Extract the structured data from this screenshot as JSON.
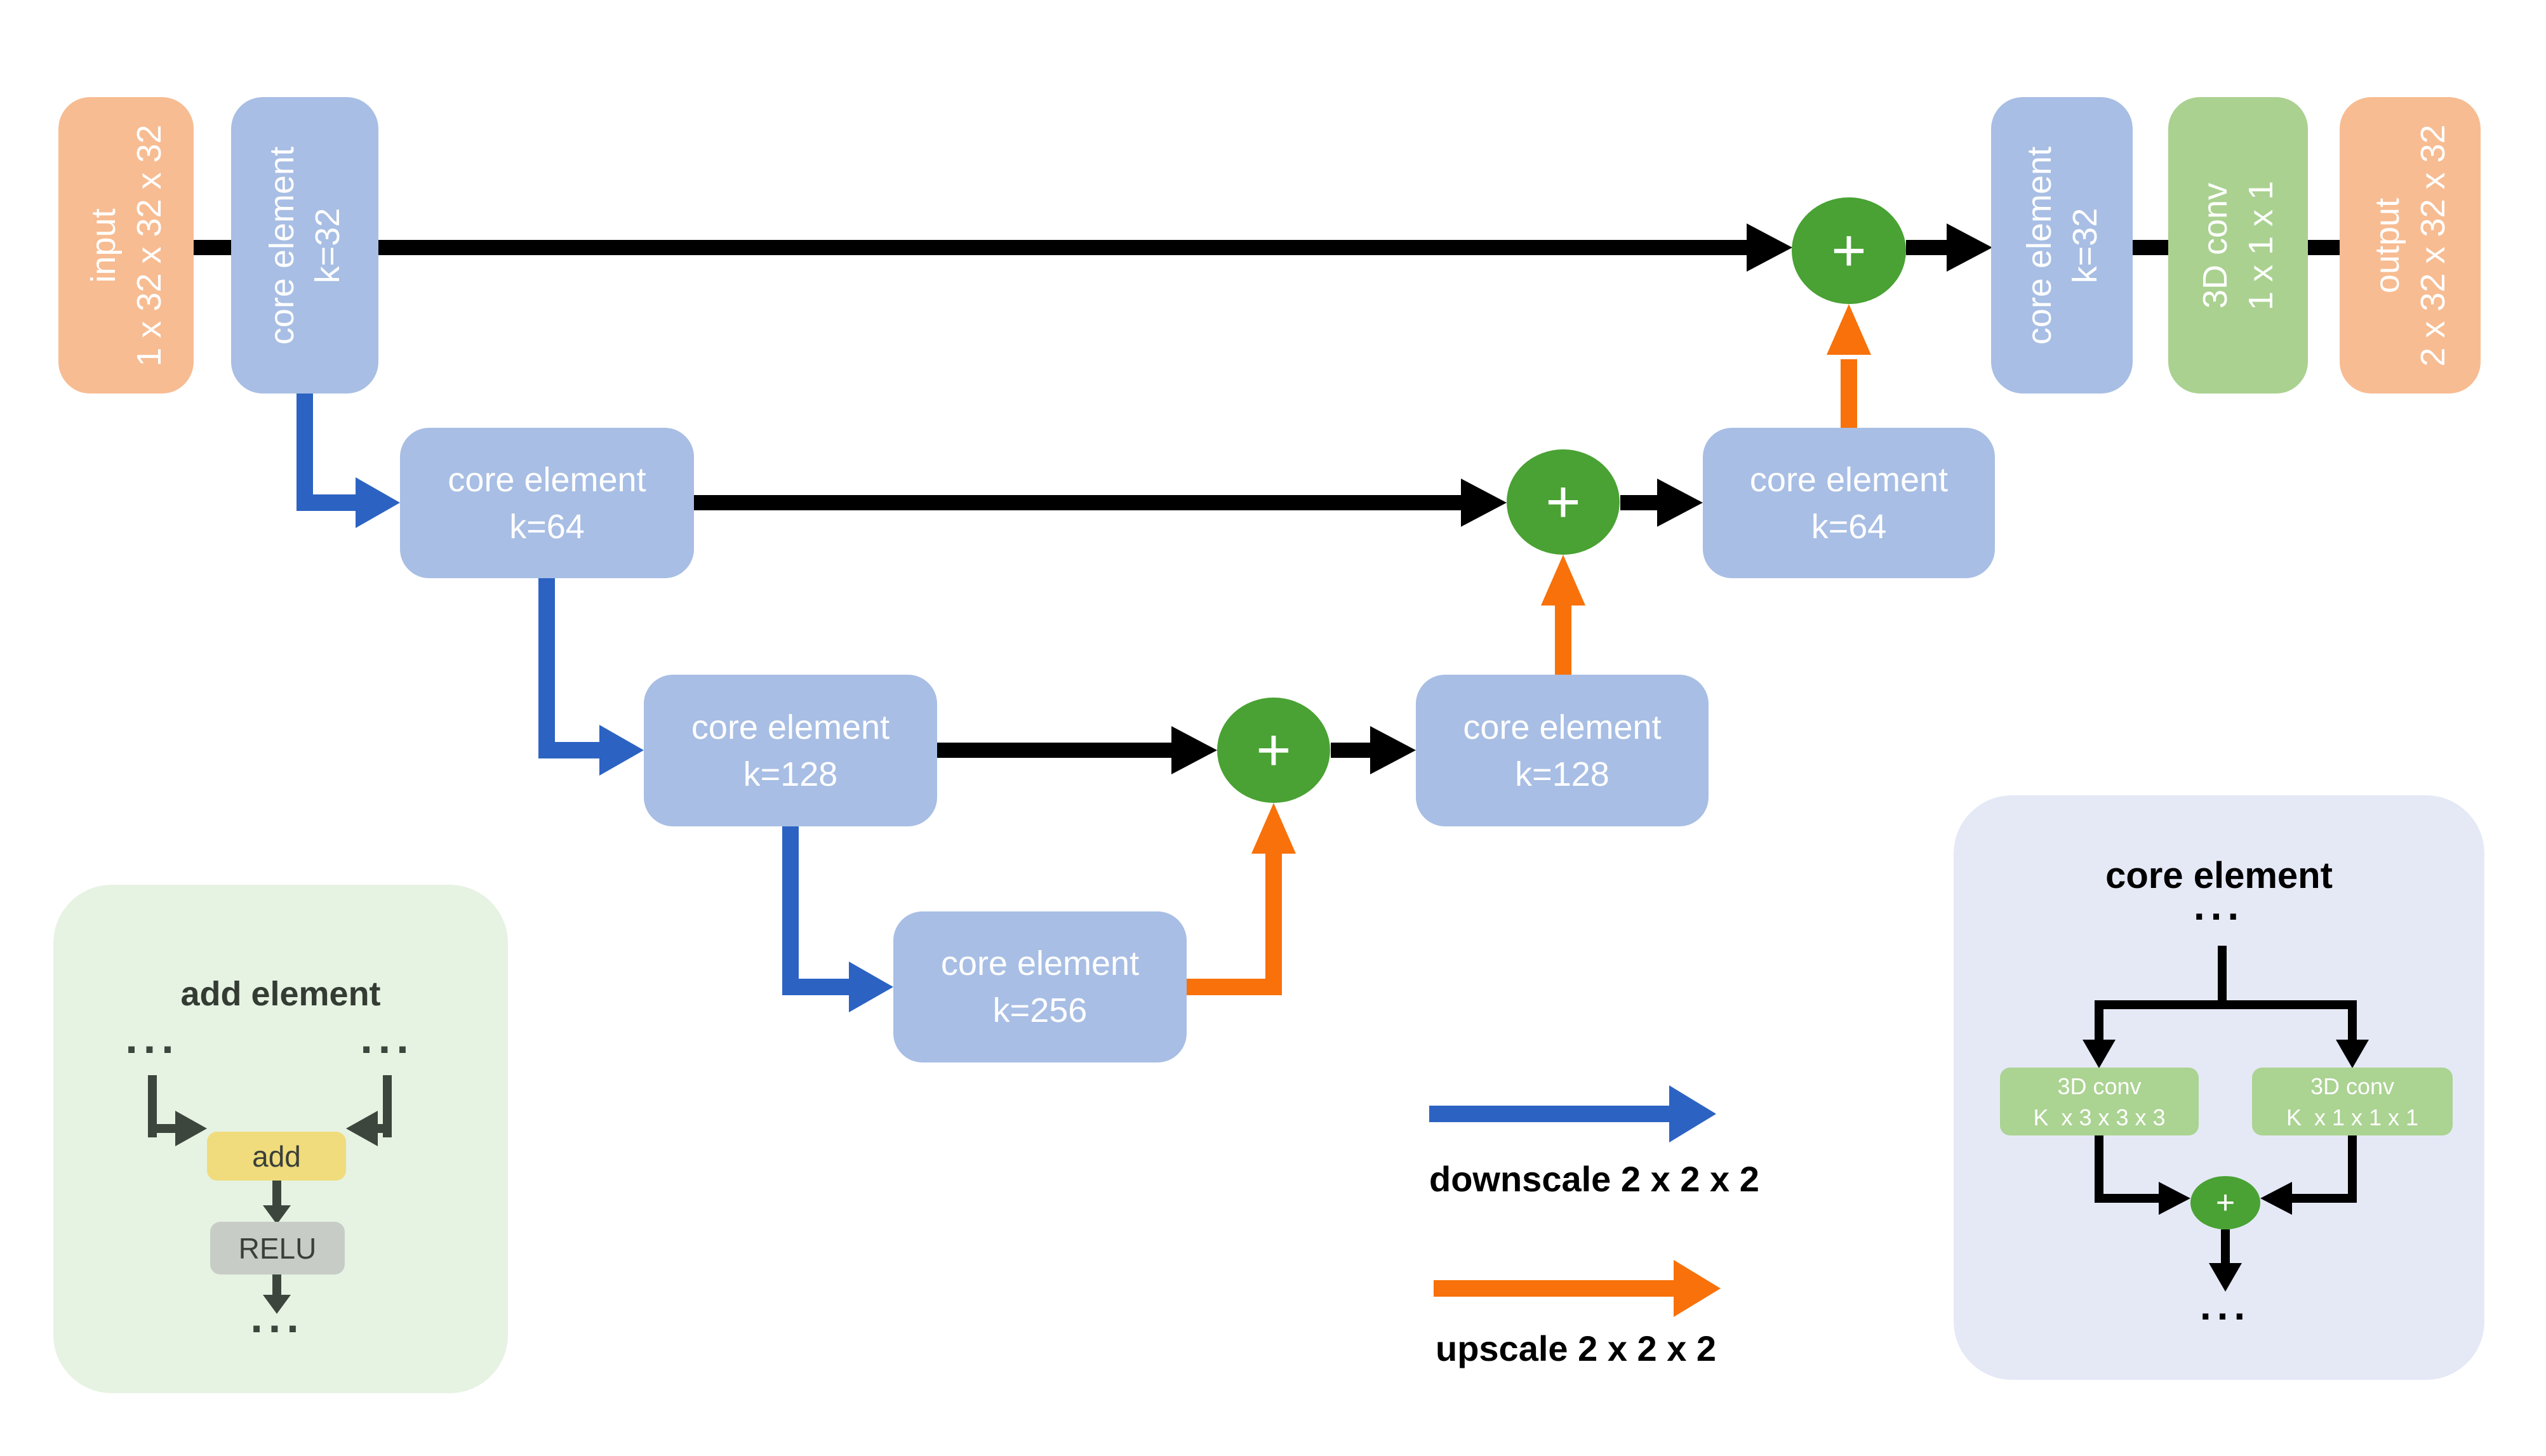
{
  "figure": {
    "nodes": {
      "input": {
        "line1": "input",
        "line2": "1 x 32 x 32 x 32"
      },
      "encoder_k32": {
        "line1": "core element",
        "line2": "k=32"
      },
      "encoder_k64": {
        "line1": "core element",
        "line2": "k=64"
      },
      "encoder_k128": {
        "line1": "core element",
        "line2": "k=128"
      },
      "bottleneck_k256": {
        "line1": "core element",
        "line2": "k=256"
      },
      "decoder_k128": {
        "line1": "core element",
        "line2": "k=128"
      },
      "decoder_k64": {
        "line1": "core element",
        "line2": "k=64"
      },
      "decoder_k32": {
        "line1": "core element",
        "line2": "k=32"
      },
      "final_conv": {
        "line1": "3D conv",
        "line2": "1 x 1 x 1"
      },
      "output": {
        "line1": "output",
        "line2": "2 x 32 x 32 x 32"
      }
    },
    "plus": "+",
    "ellipsis": "...",
    "legend": {
      "downscale": "downscale 2 x 2 x 2",
      "upscale": "upscale 2 x 2 x 2"
    },
    "add_element_panel": {
      "title": "add element",
      "add": "add",
      "relu": "RELU"
    },
    "core_element_panel": {
      "title": "core element",
      "conv3": {
        "line1": "3D conv",
        "line2": "K  x 3 x 3 x 3"
      },
      "conv1": {
        "line1": "3D conv",
        "line2": "K  x 1 x 1 x 1"
      }
    },
    "colors": {
      "input_output_box": "#f7bc92",
      "core_element_box": "#a8bee4",
      "conv_box": "#aad190",
      "plus_circle": "#49a233",
      "downscale_arrow": "#2c63c3",
      "upscale_arrow": "#f8710a",
      "skip_arrow": "#000000",
      "add_panel_bg": "#e6f2e2",
      "core_panel_bg": "#e5e9f6",
      "add_chip": "#f0dc7c",
      "relu_chip": "#c7cdc6",
      "panel_arrow": "#3d463d"
    }
  }
}
